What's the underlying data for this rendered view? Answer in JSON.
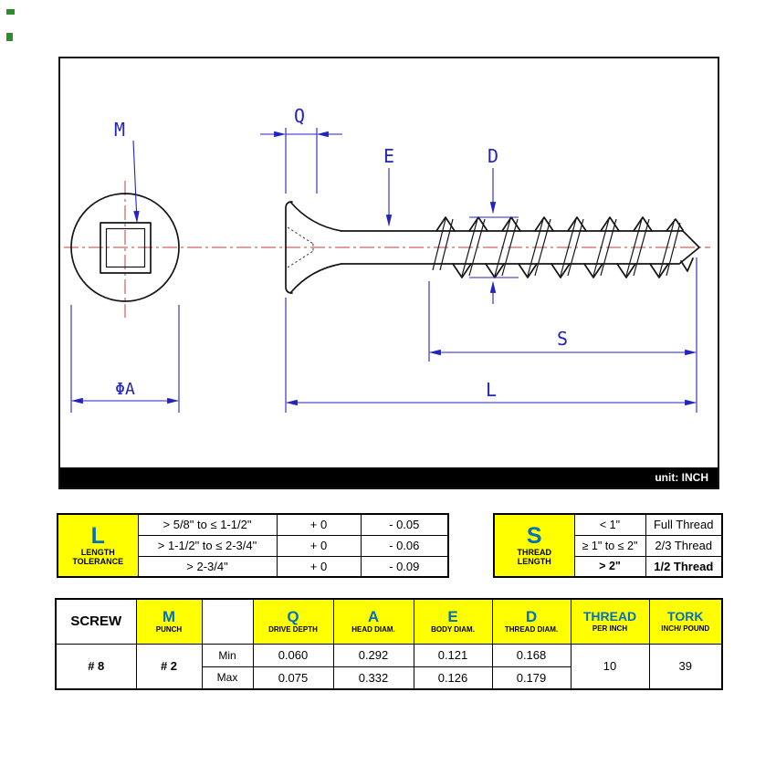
{
  "drawing": {
    "unit_label": "unit: INCH",
    "labels": {
      "m": "M",
      "q": "Q",
      "e": "E",
      "d": "D",
      "s": "S",
      "l": "L",
      "phi_a": "ΦA"
    }
  },
  "tolerance_table": {
    "letter": "L",
    "title_line1": "LENGTH",
    "title_line2": "TOLERANCE",
    "rows": [
      {
        "range": "> 5/8\" to ≤ 1-1/2\"",
        "plus": "+ 0",
        "minus": "- 0.05"
      },
      {
        "range": "> 1-1/2\" to ≤ 2-3/4\"",
        "plus": "+ 0",
        "minus": "- 0.06"
      },
      {
        "range": "> 2-3/4\"",
        "plus": "+ 0",
        "minus": "- 0.09"
      }
    ]
  },
  "thread_table": {
    "letter": "S",
    "title_line1": "THREAD",
    "title_line2": "LENGTH",
    "rows": [
      {
        "range": "< 1\"",
        "value": "Full Thread"
      },
      {
        "range": "≥ 1\" to ≤ 2\"",
        "value": "2/3 Thread"
      },
      {
        "range": "> 2\"",
        "value": "1/2 Thread"
      }
    ]
  },
  "spec_table": {
    "headers": {
      "screw": "SCREW",
      "m": {
        "letter": "M",
        "sub": "PUNCH"
      },
      "q": {
        "letter": "Q",
        "sub": "DRIVE DEPTH"
      },
      "a": {
        "letter": "A",
        "sub": "HEAD DIAM."
      },
      "e": {
        "letter": "E",
        "sub": "BODY DIAM."
      },
      "d": {
        "letter": "D",
        "sub": "THREAD DIAM."
      },
      "thread": {
        "letter": "THREAD",
        "sub": "PER INCH"
      },
      "tork": {
        "letter": "TORK",
        "sub": "INCH/ POUND"
      }
    },
    "row": {
      "screw": "# 8",
      "punch": "# 2",
      "min_label": "Min",
      "max_label": "Max",
      "min": {
        "q": "0.060",
        "a": "0.292",
        "e": "0.121",
        "d": "0.168"
      },
      "max": {
        "q": "0.075",
        "a": "0.332",
        "e": "0.126",
        "d": "0.179"
      },
      "thread_per_inch": "10",
      "tork": "39"
    }
  }
}
